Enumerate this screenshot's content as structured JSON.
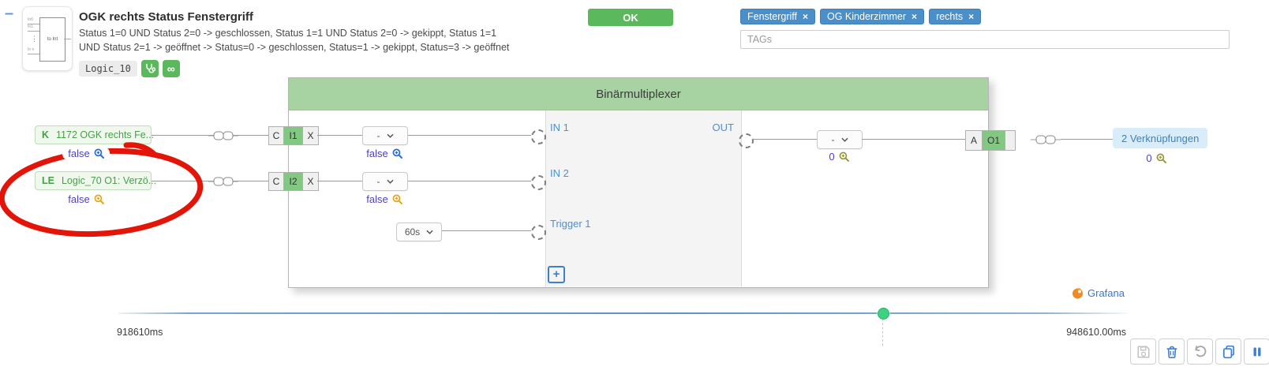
{
  "header": {
    "collapse_glyph": "–",
    "title": "OGK rechts Status Fenstergriff",
    "description_line1": "Status 1=0 UND Status 2=0 -> geschlossen, Status 1=1 UND Status 2=0 -> gekippt, Status 1=1",
    "description_line2": "UND Status 2=1 -> geöffnet -> Status=0 -> geschlossen, Status=1 -> gekippt, Status=3 -> geöffnet",
    "logic_id": "Logic_10",
    "status_button": "OK",
    "icon": {
      "box_label": "to Int",
      "in0": "In0",
      "in1": "In1",
      "dots": "⋮",
      "inn": "In n"
    },
    "badges": {
      "monitor_icon": "stethoscope",
      "infinity_glyph": "∞"
    }
  },
  "tags": {
    "items": [
      {
        "label": "Fenstergriff",
        "remove": "×"
      },
      {
        "label": "OG Kinderzimmer",
        "remove": "×"
      },
      {
        "label": "rechts",
        "remove": "×"
      }
    ],
    "input_placeholder": "TAGs"
  },
  "block": {
    "title": "Binärmultiplexer",
    "dropdown_placeholder": "-",
    "rows": [
      {
        "source_type": "K",
        "source_label": "1172 OGK rechts Fe...",
        "source_value": "false",
        "conv_c": "C",
        "conv_port": "I1",
        "conv_x": "X",
        "conv_value": "false",
        "in_label": "IN 1"
      },
      {
        "source_type": "LE",
        "source_label": "Logic_70 O1: Verzö...",
        "source_value": "false",
        "conv_c": "C",
        "conv_port": "I2",
        "conv_x": "X",
        "conv_value": "false",
        "in_label": "IN 2"
      }
    ],
    "trigger": {
      "value": "60s",
      "label": "Trigger 1"
    },
    "output": {
      "label": "OUT",
      "value": "0",
      "port_a": "A",
      "port": "O1",
      "link_label": "2 Verknüpfungen",
      "link_value": "0"
    },
    "add_button": "+"
  },
  "timeline": {
    "start_label": "918610ms",
    "end_label": "948610.00ms",
    "grafana_label": "Grafana"
  },
  "colors": {
    "accent_green": "#5cb85c",
    "header_green": "#a7d3a2",
    "tag_blue": "#4a8fc9",
    "port_green": "#82c882",
    "label_blue": "#4a90d2",
    "value_indigo": "#4b3fc9",
    "annotation_red": "#e31408",
    "magnifier_blue": "#2a6bcf",
    "magnifier_orange": "#e3a51f",
    "magnifier_olive": "#97973d"
  }
}
